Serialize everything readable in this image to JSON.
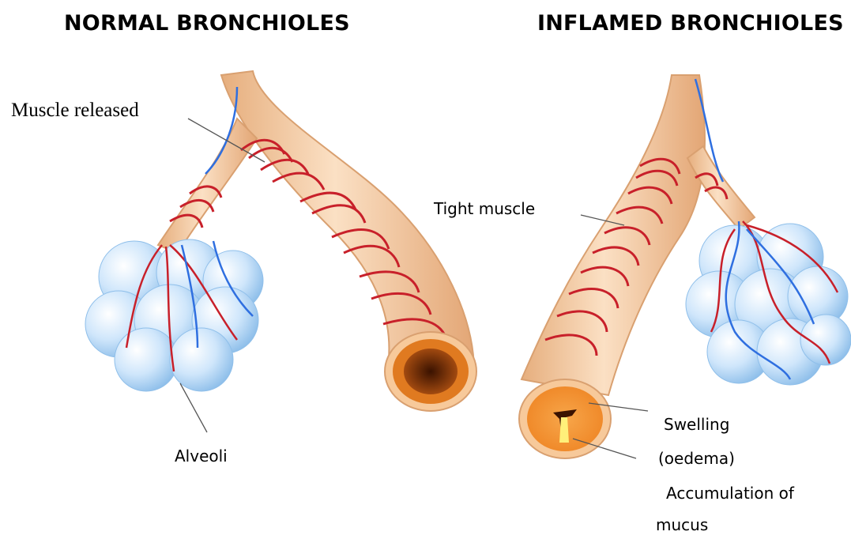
{
  "titles": {
    "normal": "NORMAL BRONCHIOLES",
    "inflamed": "INFLAMED BRONCHIOLES"
  },
  "labels": {
    "muscle_released": "Muscle released",
    "alveoli": "Alveoli",
    "tight_muscle": "Tight muscle",
    "swelling": "Swelling",
    "oedema": "(oedema)",
    "accumulation": "Accumulation of",
    "mucus": "mucus"
  },
  "colors": {
    "tube": "#f6c9a0",
    "tube_edge": "#d9a070",
    "muscle": "#c8202a",
    "vein": "#2f6fe0",
    "alveoli": "#bcdcf6",
    "lumen": "#6b2f08",
    "mucus": "#fff07a"
  }
}
